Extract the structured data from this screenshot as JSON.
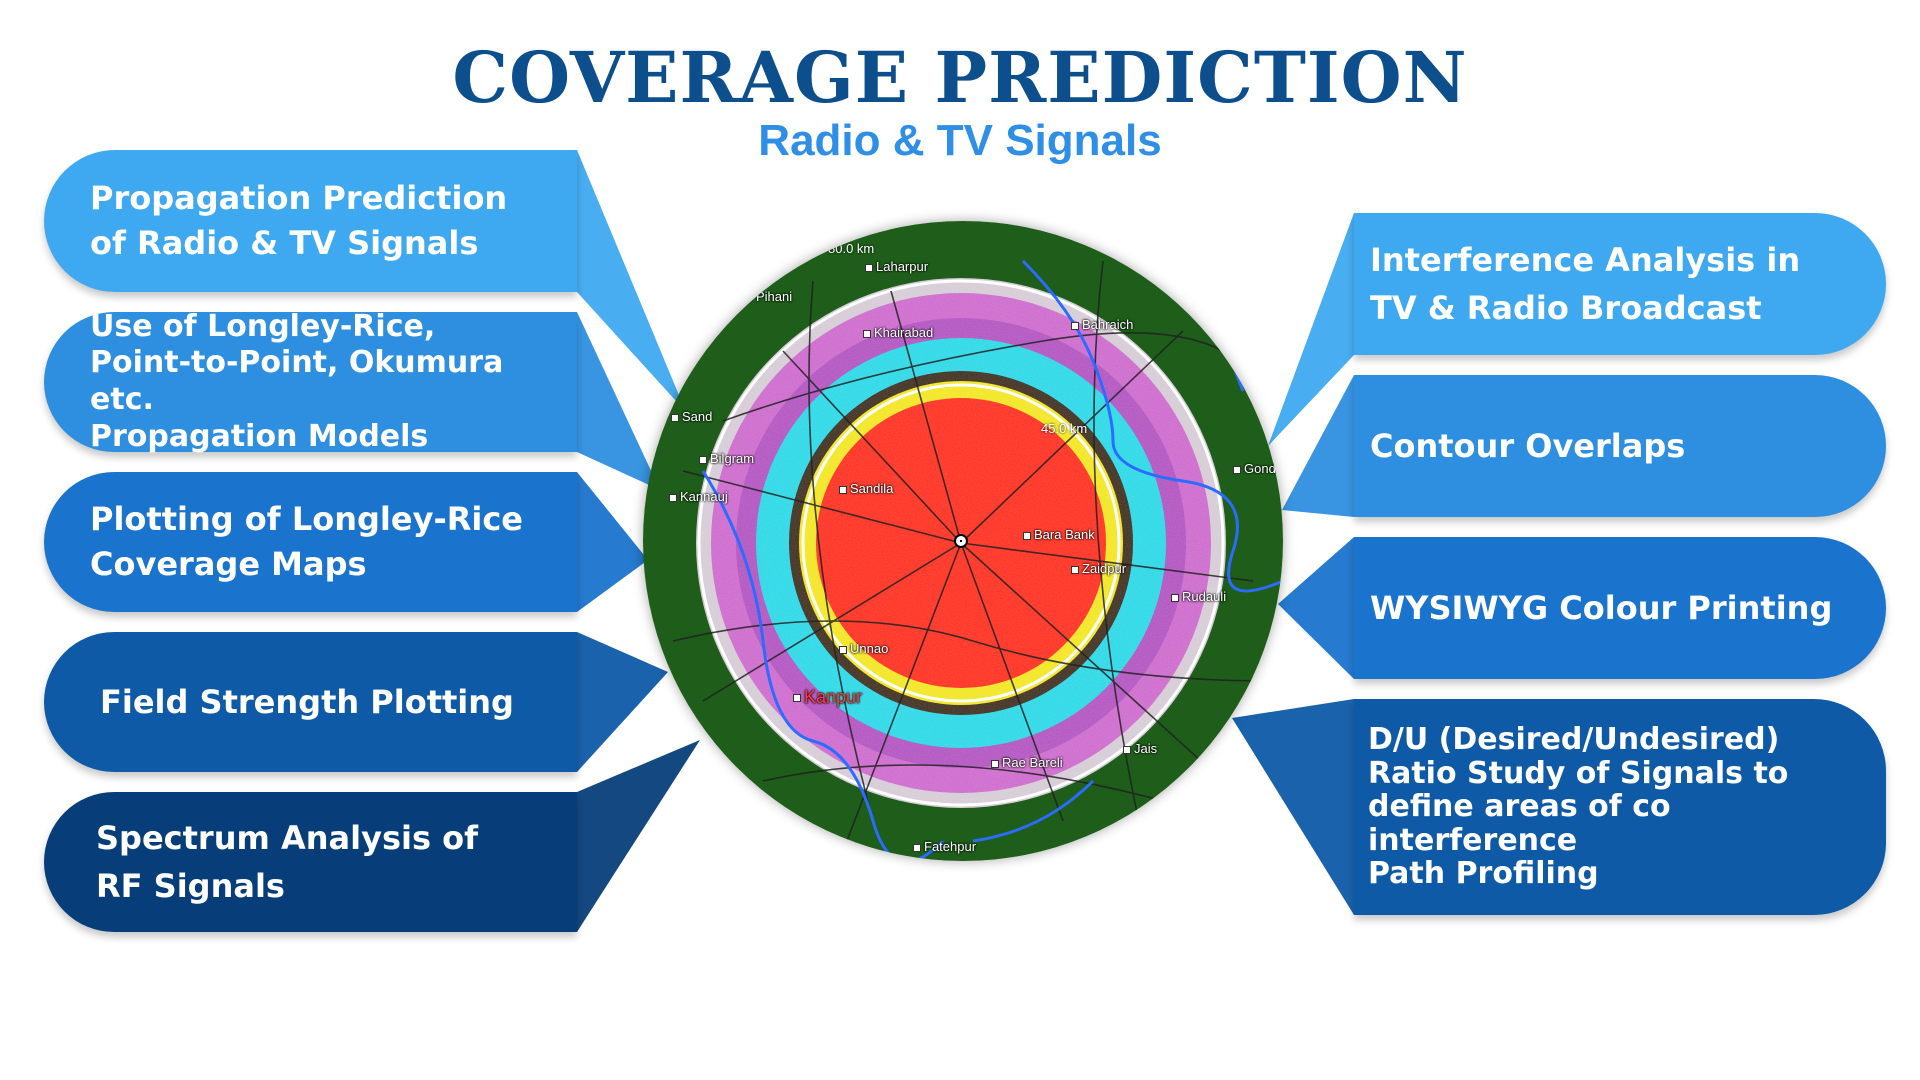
{
  "title": "COVERAGE PREDICTION",
  "subtitle": "Radio & TV Signals",
  "colors": {
    "title": "#0d4f8c",
    "subtitle": "#2f8ee6",
    "shade_1": "#3ea9f0",
    "shade_2": "#2e8fe0",
    "shade_3": "#1a73cc",
    "shade_4": "#0e5aa6",
    "shade_5": "#073e7a",
    "map_core": "#ff2a1a",
    "map_ring_yellow": "#f2e51c",
    "map_ring_cyan": "#26d7e6",
    "map_ring_magenta": "#cc66cc",
    "map_background": "#1e5d1a"
  },
  "left_features": [
    "Propagation Prediction\nof Radio & TV Signals",
    "Use of Longley-Rice,\nPoint-to-Point, Okumura etc.\nPropagation Models",
    "Plotting of Longley-Rice\nCoverage Maps",
    "Field Strength Plotting",
    "Spectrum Analysis of\nRF Signals"
  ],
  "right_features": [
    "Interference Analysis in\nTV & Radio Broadcast",
    "Contour Overlaps",
    "WYSIWYG Colour Printing",
    "D/U (Desired/Undesired)\nRatio Study of Signals to\ndefine areas of co interference\nPath Profiling"
  ],
  "map": {
    "distance_outer": "80.0 km",
    "distance_inner": "45.0 km",
    "towns": [
      "Laharpur",
      "Pihani",
      "Khairabad",
      "Bahraich",
      "Sand",
      "Bilgram",
      "Kannauj",
      "Sandila",
      "Bara Bank",
      "Zaidpur",
      "Gond",
      "Rudauli",
      "Unnao",
      "Kanpur",
      "Jais",
      "Rae Bareli",
      "Fatehpur"
    ]
  }
}
